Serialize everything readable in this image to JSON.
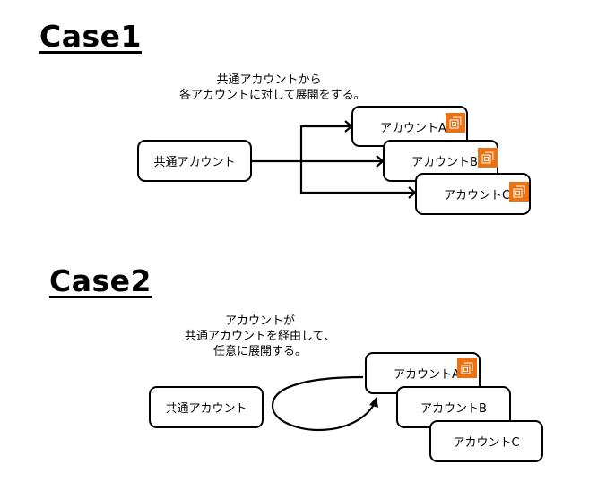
{
  "colors": {
    "icon_bg": "#ec7211",
    "stroke": "#000000",
    "background": "#ffffff"
  },
  "case1": {
    "title": "Case1",
    "caption_lines": [
      "共通アカウントから",
      "各アカウントに対して展開をする。"
    ],
    "source_label": "共通アカウント",
    "targets": [
      {
        "label": "アカウントA",
        "icon": "ec2-instances-icon"
      },
      {
        "label": "アカウントB",
        "icon": "ec2-instances-icon"
      },
      {
        "label": "アカウントC",
        "icon": "ec2-instances-icon"
      }
    ]
  },
  "case2": {
    "title": "Case2",
    "caption_lines": [
      "アカウントが",
      "共通アカウントを経由して、",
      "任意に展開する。"
    ],
    "source_label": "共通アカウント",
    "targets": [
      {
        "label": "アカウントA",
        "icon": "ec2-instances-icon"
      },
      {
        "label": "アカウントB",
        "icon": ""
      },
      {
        "label": "アカウントC",
        "icon": ""
      }
    ]
  }
}
